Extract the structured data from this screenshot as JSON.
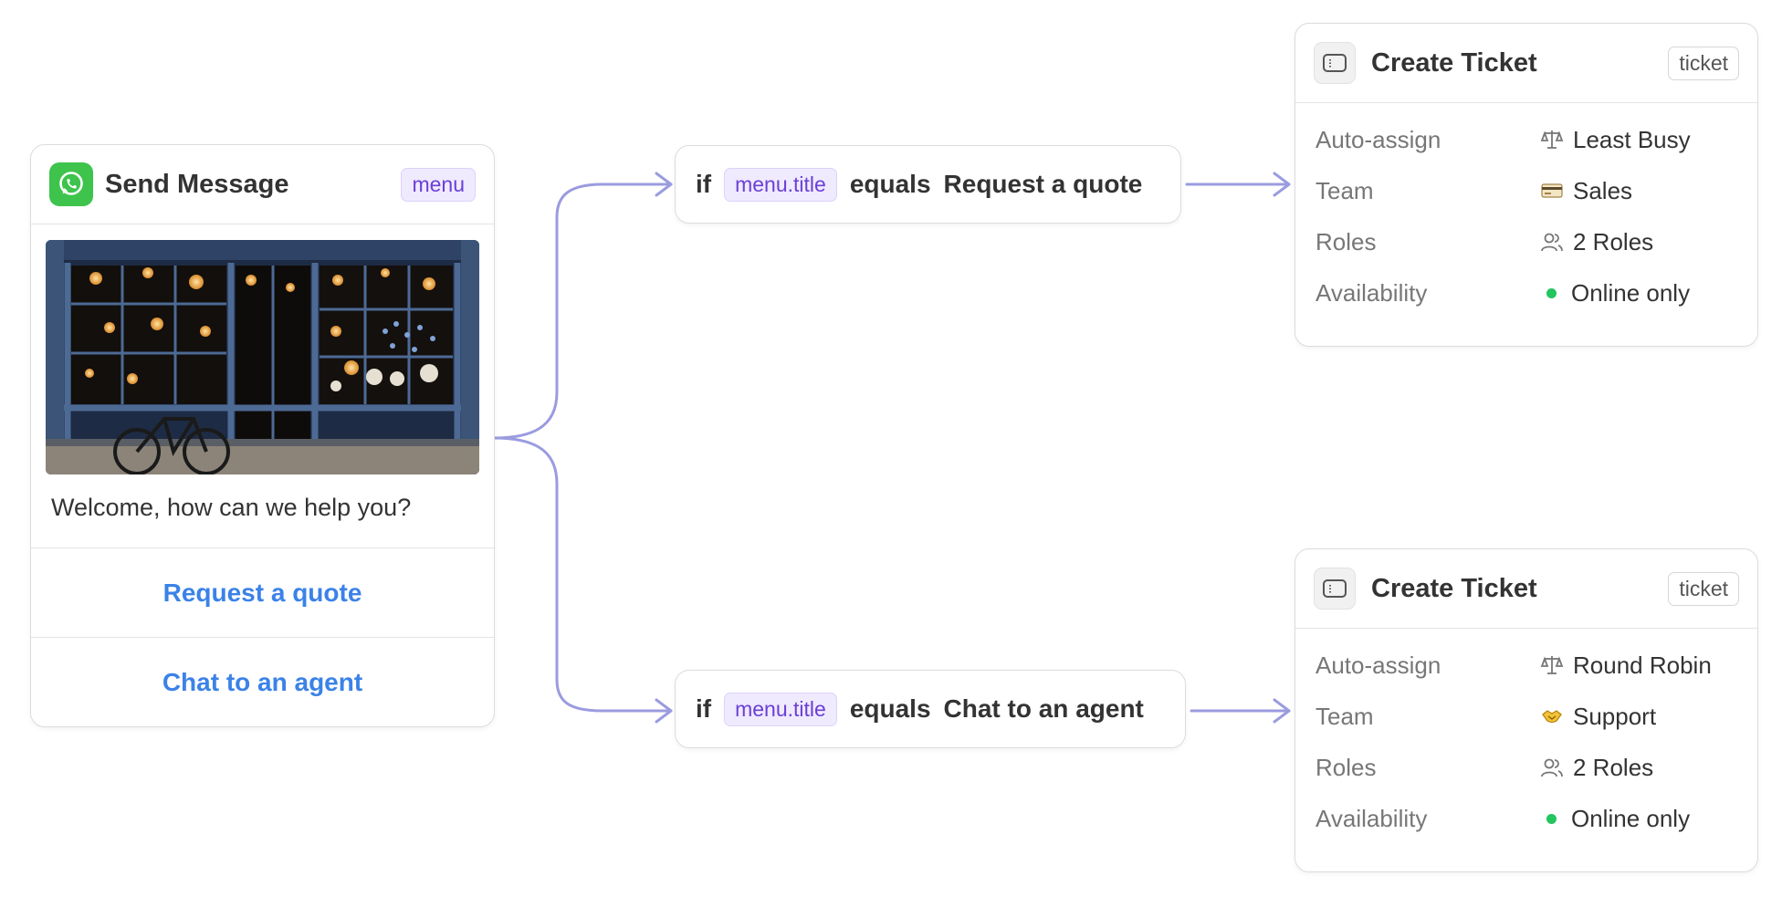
{
  "send_message": {
    "title": "Send Message",
    "badge": "menu",
    "body_text": "Welcome, how can we help you?",
    "options": [
      "Request a quote",
      "Chat to an agent"
    ],
    "icon": "whatsapp-icon",
    "accent_color": "#3ec34c"
  },
  "conditions": [
    {
      "keyword": "if",
      "variable": "menu.title",
      "operator": "equals",
      "value": "Request a quote"
    },
    {
      "keyword": "if",
      "variable": "menu.title",
      "operator": "equals",
      "value": "Chat to an agent"
    }
  ],
  "tickets": [
    {
      "title": "Create Ticket",
      "badge": "ticket",
      "rows": [
        {
          "label": "Auto-assign",
          "value": "Least Busy",
          "icon": "scale-icon"
        },
        {
          "label": "Team",
          "value": "Sales",
          "icon": "credit-card-icon"
        },
        {
          "label": "Roles",
          "value": "2 Roles",
          "icon": "users-icon"
        },
        {
          "label": "Availability",
          "value": "Online only",
          "icon": "status-dot-icon"
        }
      ]
    },
    {
      "title": "Create Ticket",
      "badge": "ticket",
      "rows": [
        {
          "label": "Auto-assign",
          "value": "Round Robin",
          "icon": "scale-icon"
        },
        {
          "label": "Team",
          "value": "Support",
          "icon": "handshake-icon"
        },
        {
          "label": "Roles",
          "value": "2 Roles",
          "icon": "users-icon"
        },
        {
          "label": "Availability",
          "value": "Online only",
          "icon": "status-dot-icon"
        }
      ]
    }
  ],
  "colors": {
    "connector": "#9b9be0",
    "link": "#3b82e8",
    "tag_purple": "#6b3fd6",
    "online": "#22c55e"
  }
}
